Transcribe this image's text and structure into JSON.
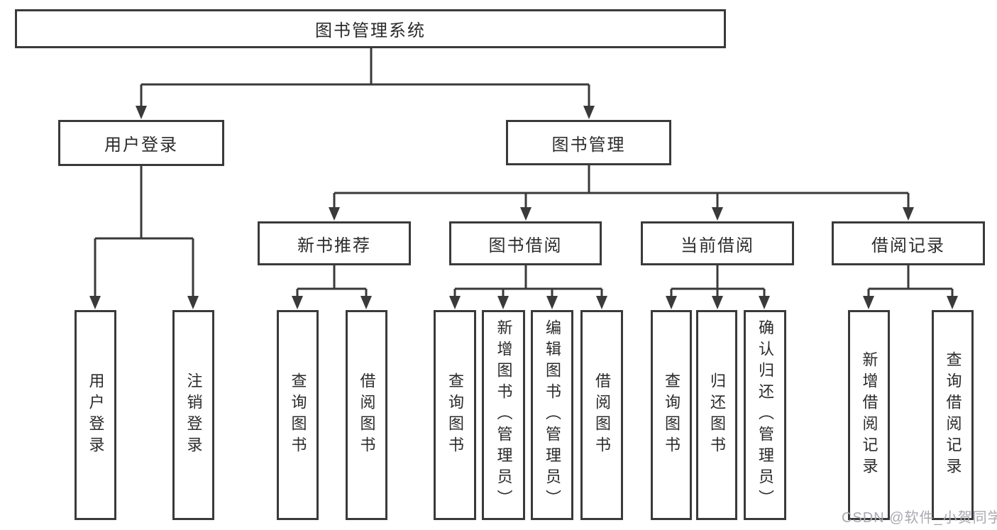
{
  "diagram": {
    "nodes": {
      "root": "图书管理系统",
      "user_login": "用户登录",
      "book_mgmt": "图书管理",
      "new_book": "新书推荐",
      "book_borrow": "图书借阅",
      "current_borrow": "当前借阅",
      "borrow_records": "借阅记录",
      "leaf_user_login": "用户登录",
      "leaf_logout": "注销登录",
      "leaf_nb_query": "查询图书",
      "leaf_nb_borrow": "借阅图书",
      "leaf_bb_query": "查询图书",
      "leaf_bb_add": "新增图书（管理员）",
      "leaf_bb_edit": "编辑图书（管理员）",
      "leaf_bb_borrow": "借阅图书",
      "leaf_cb_query": "查询图书",
      "leaf_cb_return": "归还图书",
      "leaf_cb_confirm": "确认归还（管理员）",
      "leaf_br_add": "新增借阅记录",
      "leaf_br_query": "查询借阅记录"
    },
    "colors": {
      "line": "#3a3a3a",
      "text": "#2b2b2b",
      "background": "#ffffff",
      "watermark": "#a9a9b0"
    }
  },
  "watermark": "CSDN @软件_小贺同学"
}
